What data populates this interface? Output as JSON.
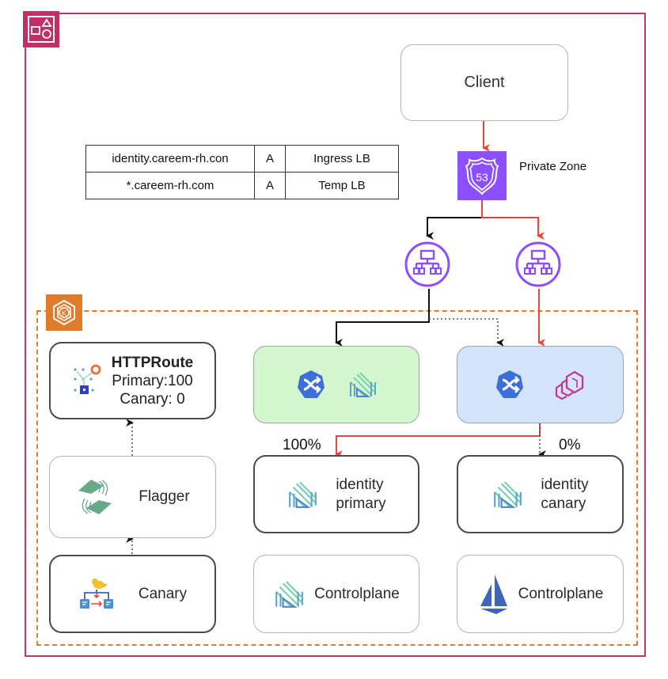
{
  "diagram": {
    "title": "Canary routing with Flagger across Linkerd and Istio/Envoy gateways",
    "colors": {
      "frame": "#c0376a",
      "k8s_frame": "#e07b2a",
      "route53": "#8c4fff",
      "load_balancer": "#8c4fff",
      "active_path": "#e8463a",
      "inactive_path": "#111111",
      "green_gateway_fill": "#d5f7cf",
      "blue_gateway_fill": "#d3e4fb"
    },
    "client": {
      "label": "Client"
    },
    "dns_records": {
      "rows": [
        {
          "name": "identity.careem-rh.con",
          "type": "A",
          "target": "Ingress LB"
        },
        {
          "name": "*.careem-rh.com",
          "type": "A",
          "target": "Temp LB"
        }
      ]
    },
    "route53": {
      "icon": "route53-shield-icon",
      "badge": "53",
      "label": "Private Zone"
    },
    "load_balancers": [
      {
        "id": "ingress-lb",
        "icon": "load-balancer-icon"
      },
      {
        "id": "temp-lb",
        "icon": "load-balancer-icon"
      }
    ],
    "gateways": [
      {
        "id": "linkerd-gateway",
        "icons": [
          "kubernetes-ingress-icon",
          "linkerd-icon"
        ]
      },
      {
        "id": "envoy-gateway",
        "icons": [
          "kubernetes-ingress-icon",
          "envoy-icon"
        ]
      }
    ],
    "traffic_split": {
      "primary": "100%",
      "canary": "0%"
    },
    "services": [
      {
        "line1": "identity",
        "line2": "primary",
        "icon": "linkerd-icon"
      },
      {
        "line1": "identity",
        "line2": "canary",
        "icon": "linkerd-icon"
      }
    ],
    "control_planes": [
      {
        "label": "Controlplane",
        "icon": "linkerd-icon"
      },
      {
        "label": "Controlplane",
        "icon": "istio-icon"
      }
    ],
    "httproute": {
      "title": "HTTPRoute",
      "primary": "Primary:100",
      "canary": "Canary: 0"
    },
    "flagger": {
      "label": "Flagger"
    },
    "canary": {
      "label": "Canary"
    }
  }
}
